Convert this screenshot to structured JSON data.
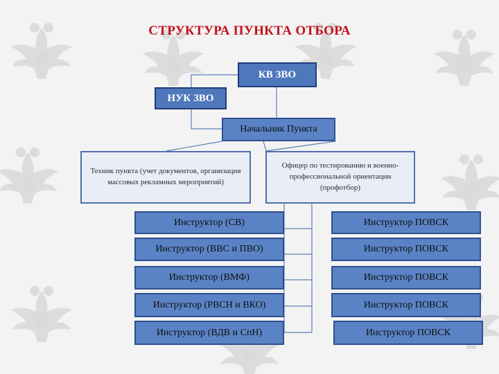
{
  "title": "СТРУКТУРА ПУНКТА ОТБОРА",
  "colors": {
    "title": "#c0141b",
    "box_dark": "#4f78bc",
    "box_border": "#1f3c78",
    "box_light": "#e9eef6",
    "connector": "#5b7fb8"
  },
  "background_icon": "double-headed-eagle-emblem",
  "nodes": {
    "kv_zvo": "КВ ЗВО",
    "nuk_zvo": "НУК ЗВО",
    "head": "Начальник Пункта",
    "technician": "Техник пункта (учет документов, организация массовых рекламных мероприятий)",
    "officer": "Офицер по тестированию и военно-профессиональной ориентации (профотбор)",
    "instructors_left": [
      "Инструктор (СВ)",
      "Инструктор (ВВС и ПВО)",
      "Инструктор (ВМФ)",
      "Инструктор (РВСН и ВКО)",
      "Инструктор (ВДВ и СпН)"
    ],
    "instructors_right": [
      "Инструктор ПОВСК",
      "Инструктор ПОВСК",
      "Инструктор ПОВСК",
      "Инструктор ПОВСК",
      "Инструктор ПОВСК"
    ]
  }
}
